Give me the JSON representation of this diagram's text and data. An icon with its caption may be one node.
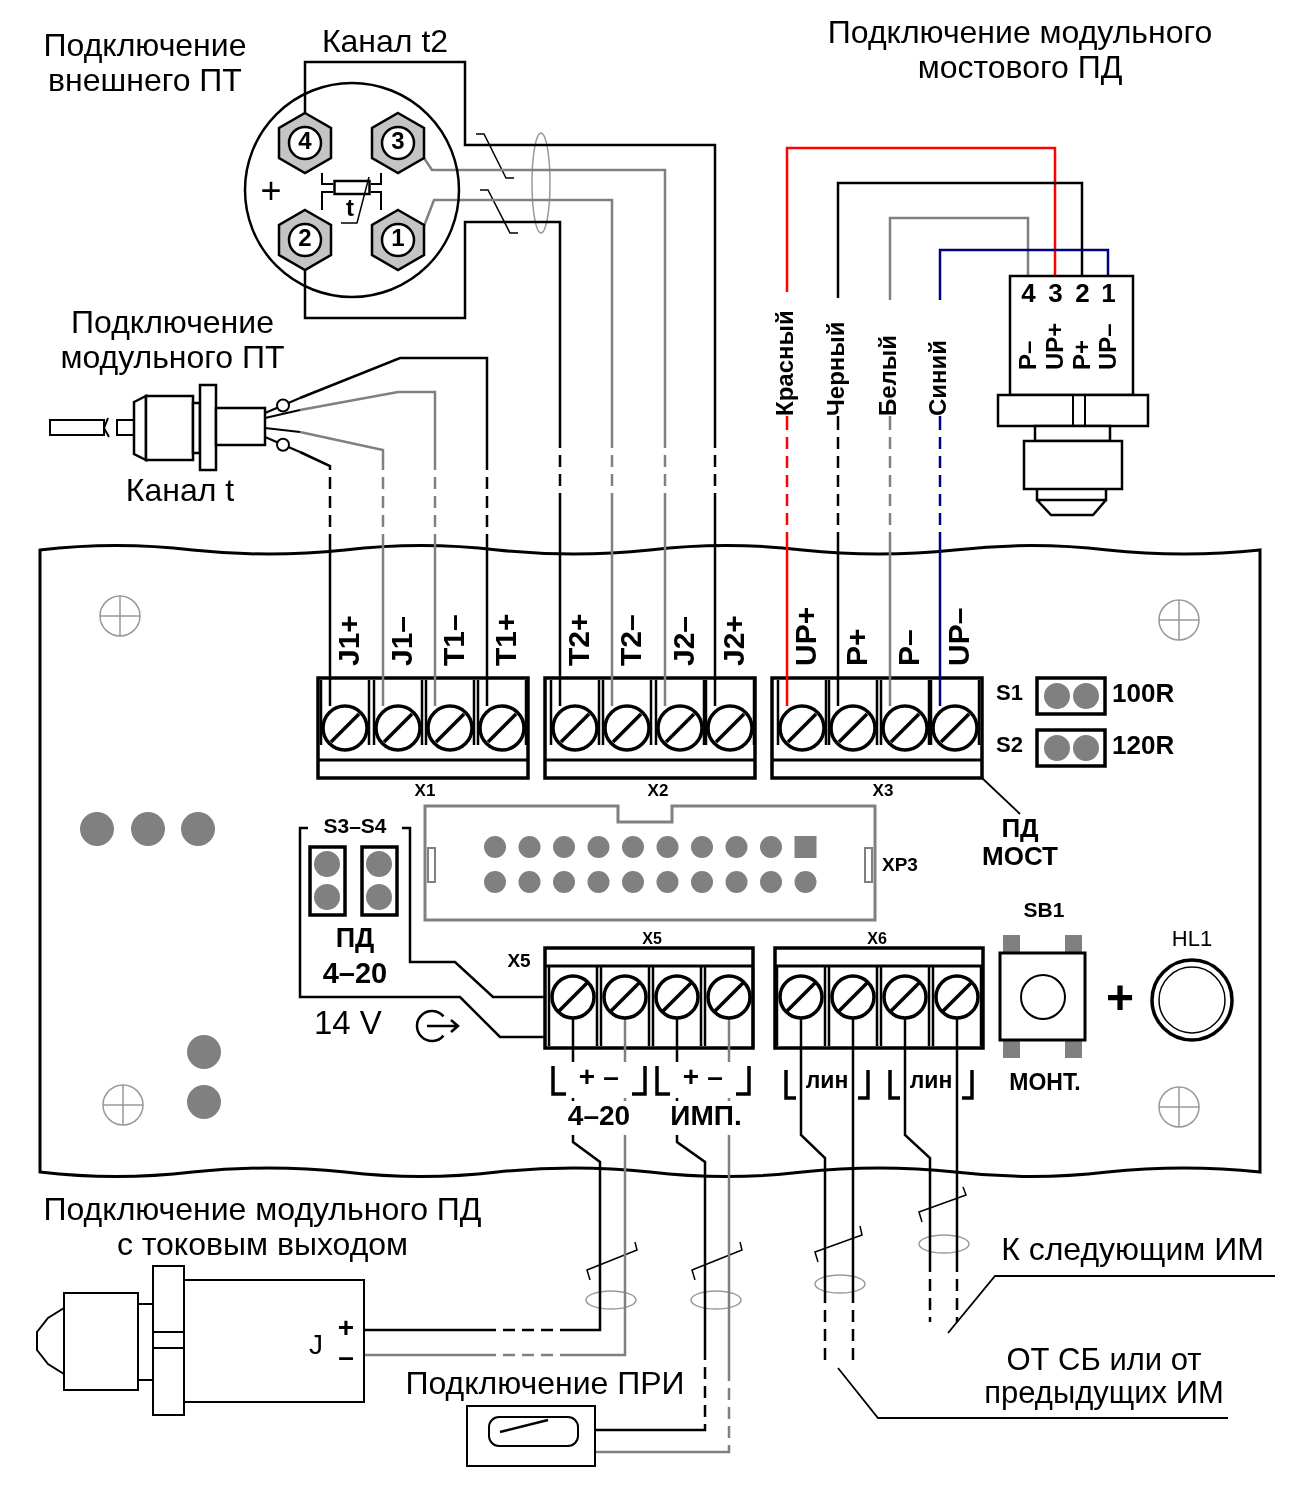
{
  "diagram": {
    "nodes": [
      {
        "text": [
          "Канал t2"
        ],
        "beside": [
          "Подключение внешнего ПТ"
        ]
      },
      {
        "text": [
          "4"
        ],
        "in": 0
      },
      {
        "text": [
          "3"
        ],
        "in": 0
      },
      {
        "text": [
          "2"
        ],
        "in": 0
      },
      {
        "text": [
          "1"
        ],
        "in": 0
      },
      {
        "text": [
          "t"
        ],
        "in": 0
      },
      {
        "text": [
          "Подключение модульного ПТ",
          "Канал t"
        ]
      },
      {
        "text": [
          "Подключение модульного мостового ПД"
        ]
      },
      {
        "text": [
          "4",
          "P–"
        ],
        "in": 7
      },
      {
        "text": [
          "3",
          "UP+"
        ],
        "in": 7
      },
      {
        "text": [
          "2",
          "P+"
        ],
        "in": 7
      },
      {
        "text": [
          "1",
          "UP–"
        ],
        "in": 7
      },
      {
        "text": [
          "X1"
        ]
      },
      {
        "text": [
          "J1+"
        ]
      },
      {
        "text": [
          "J1–"
        ]
      },
      {
        "text": [
          "T1–"
        ]
      },
      {
        "text": [
          "T1+"
        ]
      },
      {
        "text": [
          "X2"
        ]
      },
      {
        "text": [
          "T2+"
        ]
      },
      {
        "text": [
          "T2–"
        ]
      },
      {
        "text": [
          "J2–"
        ]
      },
      {
        "text": [
          "J2+"
        ]
      },
      {
        "text": [
          "X3"
        ]
      },
      {
        "text": [
          "UP+"
        ]
      },
      {
        "text": [
          "P+"
        ]
      },
      {
        "text": [
          "P–"
        ]
      },
      {
        "text": [
          "UP–"
        ]
      },
      {
        "text": [
          "ПД МОСТ"
        ]
      },
      {
        "text": [
          "X5"
        ]
      },
      {
        "text": [
          "+"
        ]
      },
      {
        "text": [
          "–"
        ]
      },
      {
        "text": [
          "+"
        ]
      },
      {
        "text": [
          "–"
        ]
      },
      {
        "text": [
          "X6"
        ]
      },
      {
        "text": [],
        "shape": "circle",
        "in": 33
      },
      {
        "text": [],
        "shape": "circle",
        "in": 33
      },
      {
        "text": [],
        "shape": "circle",
        "in": 33
      },
      {
        "text": [],
        "shape": "circle",
        "in": 33
      },
      {
        "text": [
          "Подключение модульного ПД с токовым выходом"
        ]
      },
      {
        "text": [
          "Подключение ПРИ"
        ]
      },
      {
        "text": [
          "К следующим ИМ"
        ]
      },
      {
        "text": [
          "ОТ СБ или от предыдущих ИМ"
        ]
      }
    ],
    "edges": [
      {
        "from": 1,
        "to": 21,
        "arrow": "none",
        "style": "dashed"
      },
      {
        "from": 2,
        "to": 20,
        "arrow": "none",
        "style": "dashed",
        "color": "#808080"
      },
      {
        "from": 4,
        "to": 19,
        "arrow": "none",
        "style": "dashed",
        "color": "#808080"
      },
      {
        "from": 3,
        "to": 18,
        "arrow": "none",
        "style": "dashed"
      },
      {
        "from": 6,
        "to": 16,
        "arrow": "none",
        "style": "dashed"
      },
      {
        "from": 6,
        "to": 15,
        "arrow": "none",
        "style": "dashed",
        "color": "#808080"
      },
      {
        "from": 6,
        "to": 14,
        "arrow": "none",
        "style": "dashed",
        "color": "#808080"
      },
      {
        "from": 6,
        "to": 13,
        "arrow": "none",
        "style": "dashed"
      },
      {
        "from": 9,
        "to": 23,
        "arrow": "none",
        "style": "dashed",
        "color": "#ff0000",
        "label": "Красный"
      },
      {
        "from": 10,
        "to": 24,
        "arrow": "none",
        "style": "dashed",
        "label": "Черный"
      },
      {
        "from": 8,
        "to": 25,
        "arrow": "none",
        "style": "dashed",
        "color": "#808080",
        "label": "Белый"
      },
      {
        "from": 11,
        "to": 26,
        "arrow": "none",
        "style": "dashed",
        "color": "#000080",
        "label": "Синий"
      },
      {
        "from": 27,
        "to": 22,
        "arrow": "none"
      },
      {
        "from": 29,
        "to": 38,
        "arrow": "none",
        "style": "dashed"
      },
      {
        "from": 30,
        "to": 38,
        "arrow": "none",
        "style": "dashed",
        "color": "#808080"
      },
      {
        "from": 31,
        "to": 39,
        "arrow": "none",
        "style": "dashed"
      },
      {
        "from": 32,
        "to": 39,
        "arrow": "none",
        "style": "dashed",
        "color": "#808080"
      },
      {
        "from": 34,
        "to": null,
        "arrow": "none",
        "style": "dashed"
      },
      {
        "from": 35,
        "to": null,
        "arrow": "none",
        "style": "dashed"
      },
      {
        "from": 36,
        "to": null,
        "arrow": "none",
        "style": "dashed"
      },
      {
        "from": 37,
        "to": null,
        "arrow": "none",
        "style": "dashed"
      },
      {
        "from": 40,
        "to": null,
        "arrow": "none"
      },
      {
        "from": 41,
        "to": null,
        "arrow": "none"
      },
      {
        "from": 1,
        "to": 5,
        "arrow": "none"
      },
      {
        "from": 3,
        "to": 5,
        "arrow": "none"
      },
      {
        "from": 2,
        "to": 5,
        "arrow": "none"
      },
      {
        "from": 4,
        "to": 5,
        "arrow": "none"
      }
    ],
    "labels": [
      "+",
      "S1",
      "100R",
      "S2",
      "120R",
      "S3–S4",
      "XP3",
      "SB1",
      "ПД",
      "HL1",
      "4–20",
      "X5",
      "+",
      "14 V",
      "лин",
      "лин",
      "МОНТ.",
      "4–20",
      "ИМП.",
      "J",
      "+",
      "–"
    ]
  }
}
